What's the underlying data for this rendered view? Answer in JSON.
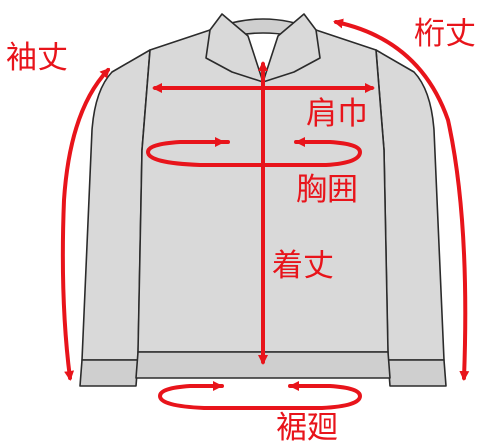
{
  "colors": {
    "measure": "#e8141b",
    "jacket": "#d9d9d9",
    "outline": "#2b2b2b",
    "background": "#ffffff"
  },
  "icons": [
    "jacket-illustration"
  ],
  "labels": {
    "sleeve_length": "袖丈",
    "yuki_length": "桁丈",
    "shoulder_width": "肩巾",
    "chest_circumference": "胸囲",
    "body_length": "着丈",
    "hem_circumference": "裾廻"
  }
}
